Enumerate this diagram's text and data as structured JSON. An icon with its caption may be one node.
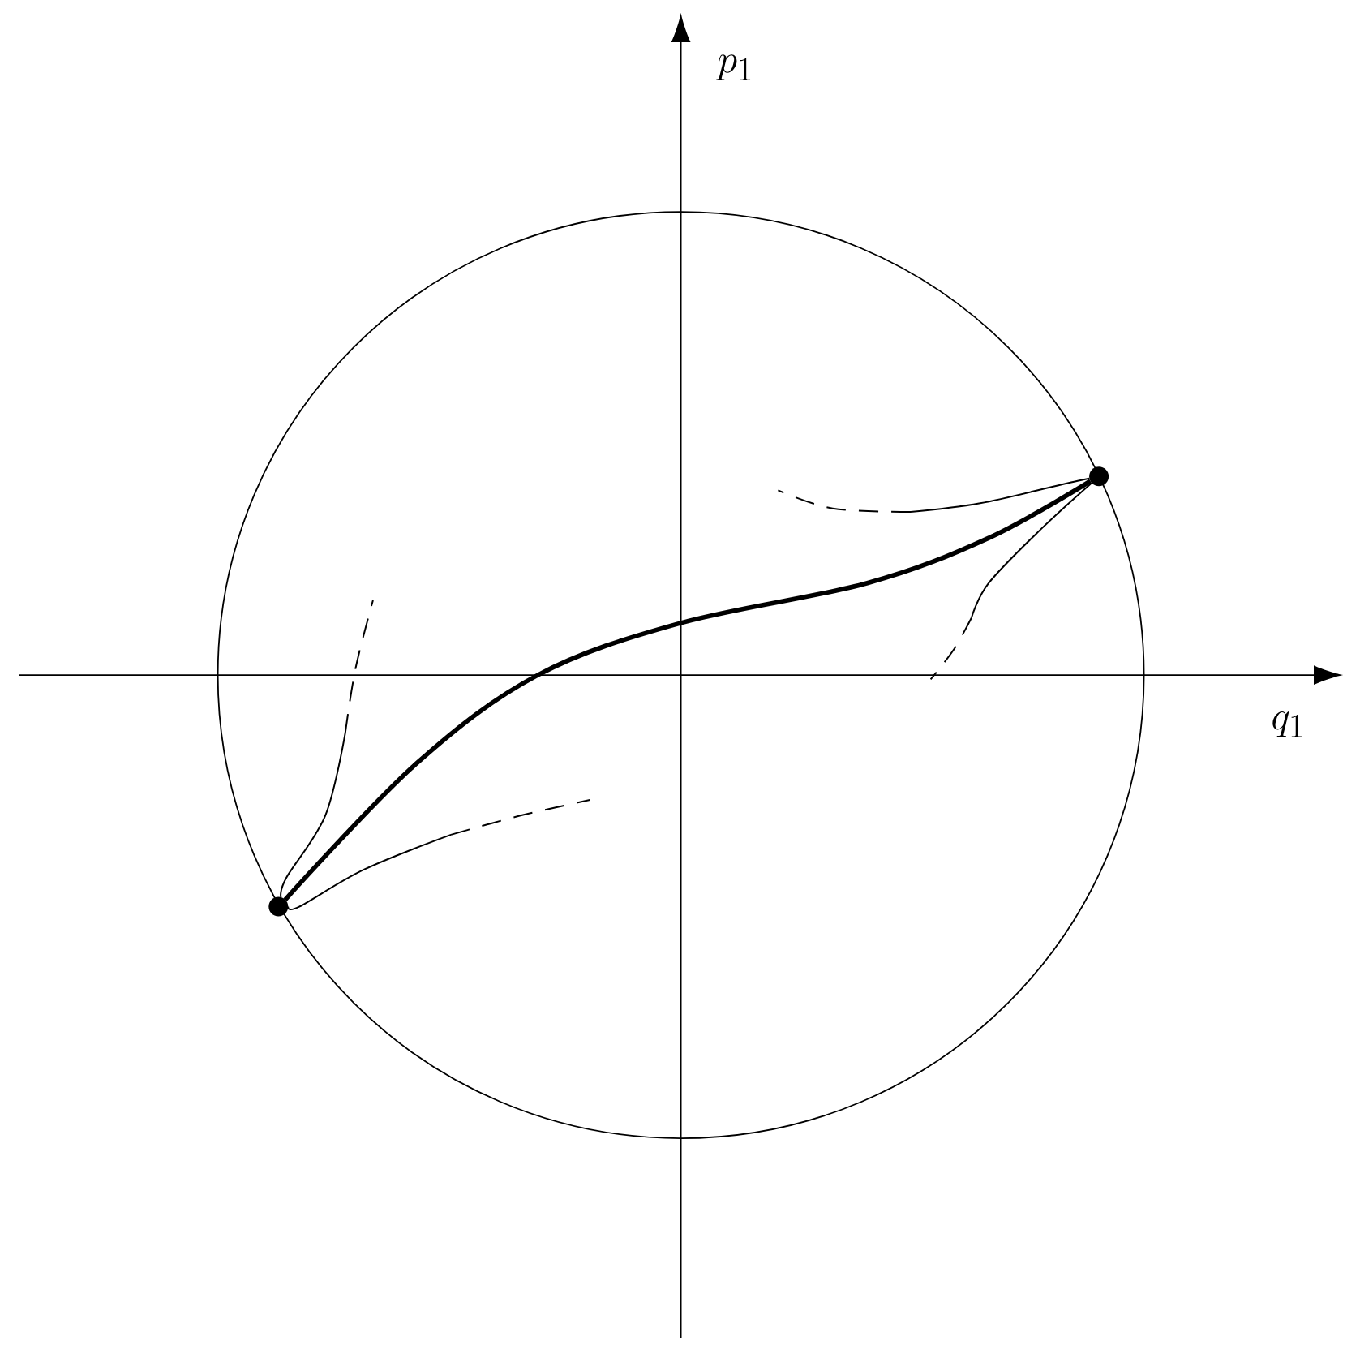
{
  "diagram": {
    "nodes": [
      {
        "text": [],
        "shape": "circle"
      },
      {
        "text": [],
        "shape": "circle"
      }
    ],
    "edges": [
      {
        "from": 0,
        "to": 1,
        "arrow": "none",
        "style": "thick"
      },
      {
        "from": 1,
        "to": null,
        "arrow": "none"
      },
      {
        "from": 1,
        "to": null,
        "arrow": "none"
      },
      {
        "from": 0,
        "to": null,
        "arrow": "none"
      },
      {
        "from": 0,
        "to": null,
        "arrow": "none"
      }
    ],
    "labels": [
      "p_1",
      "q_1"
    ]
  }
}
